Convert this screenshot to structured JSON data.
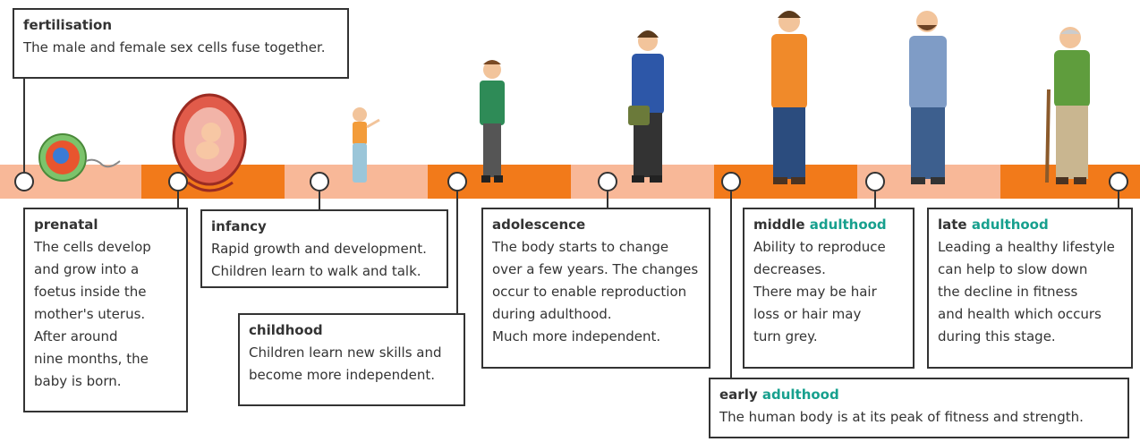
{
  "colors": {
    "band_light": "#f8b898",
    "band_dark": "#f27a1a",
    "fertilisation_title": "#e8321e",
    "prenatal_title": "#1a6bb0",
    "adulthood_accent": "#17a08e",
    "border": "#333333"
  },
  "icons": [
    "ovum-cell-icon",
    "fetus-in-womb-icon",
    "toddler-figure-icon",
    "school-child-figure-icon",
    "teen-figure-icon",
    "young-man-figure-icon",
    "bearded-man-figure-icon",
    "elderly-man-figure-icon"
  ],
  "stages": {
    "fertilisation": {
      "title": "fertilisation",
      "desc": "The male and female sex cells fuse together."
    },
    "prenatal": {
      "title": "prenatal",
      "desc": "The cells develop\nand grow into a\nfoetus inside the\nmother's uterus.\nAfter around\nnine months, the\nbaby is born."
    },
    "infancy": {
      "title": "infancy",
      "desc": "Rapid growth and development.\nChildren learn to walk and talk."
    },
    "childhood": {
      "title": "childhood",
      "desc": "Children learn new skills and\nbecome more independent."
    },
    "adolescence": {
      "title": "adolescence",
      "desc": "The body starts to change\nover a few years. The changes\noccur to enable reproduction\nduring adulthood.\nMuch more independent."
    },
    "early_adulthood": {
      "title_prefix": "early ",
      "title_accent": "adulthood",
      "desc": "The human body is at its peak of fitness and strength."
    },
    "middle_adulthood": {
      "title_prefix": "middle ",
      "title_accent": "adulthood",
      "desc": "Ability to reproduce\ndecreases.\nThere may be hair\nloss or hair may\nturn grey."
    },
    "late_adulthood": {
      "title_prefix": "late ",
      "title_accent": "adulthood",
      "desc": "Leading a healthy lifestyle\ncan help to slow down\nthe decline in fitness\nand health which occurs\nduring this stage."
    }
  }
}
